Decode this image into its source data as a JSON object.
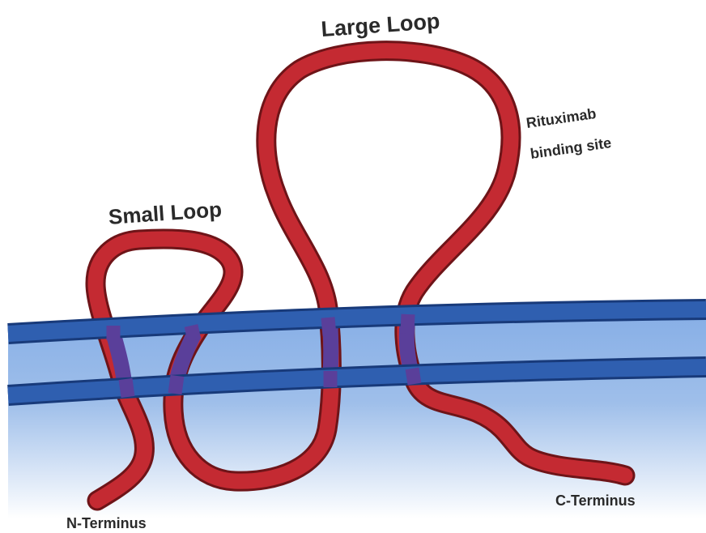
{
  "labels": {
    "large_loop": "Large Loop",
    "small_loop": "Small Loop",
    "binding_site_line1": "Rituximab",
    "binding_site_line2": "binding site",
    "n_terminus": "N-Terminus",
    "c_terminus": "C-Terminus"
  },
  "colors": {
    "protein_chain": "#c42a32",
    "protein_outline": "#6e1418",
    "membrane_bar": "#2f5fb0",
    "membrane_outline": "#183a7a",
    "membrane_fill_top": "#86aee6",
    "membrane_fill_bottom": "#ffffff",
    "transmembrane_segment": "#5a3f9a",
    "label_text": "#2a2a2a"
  }
}
